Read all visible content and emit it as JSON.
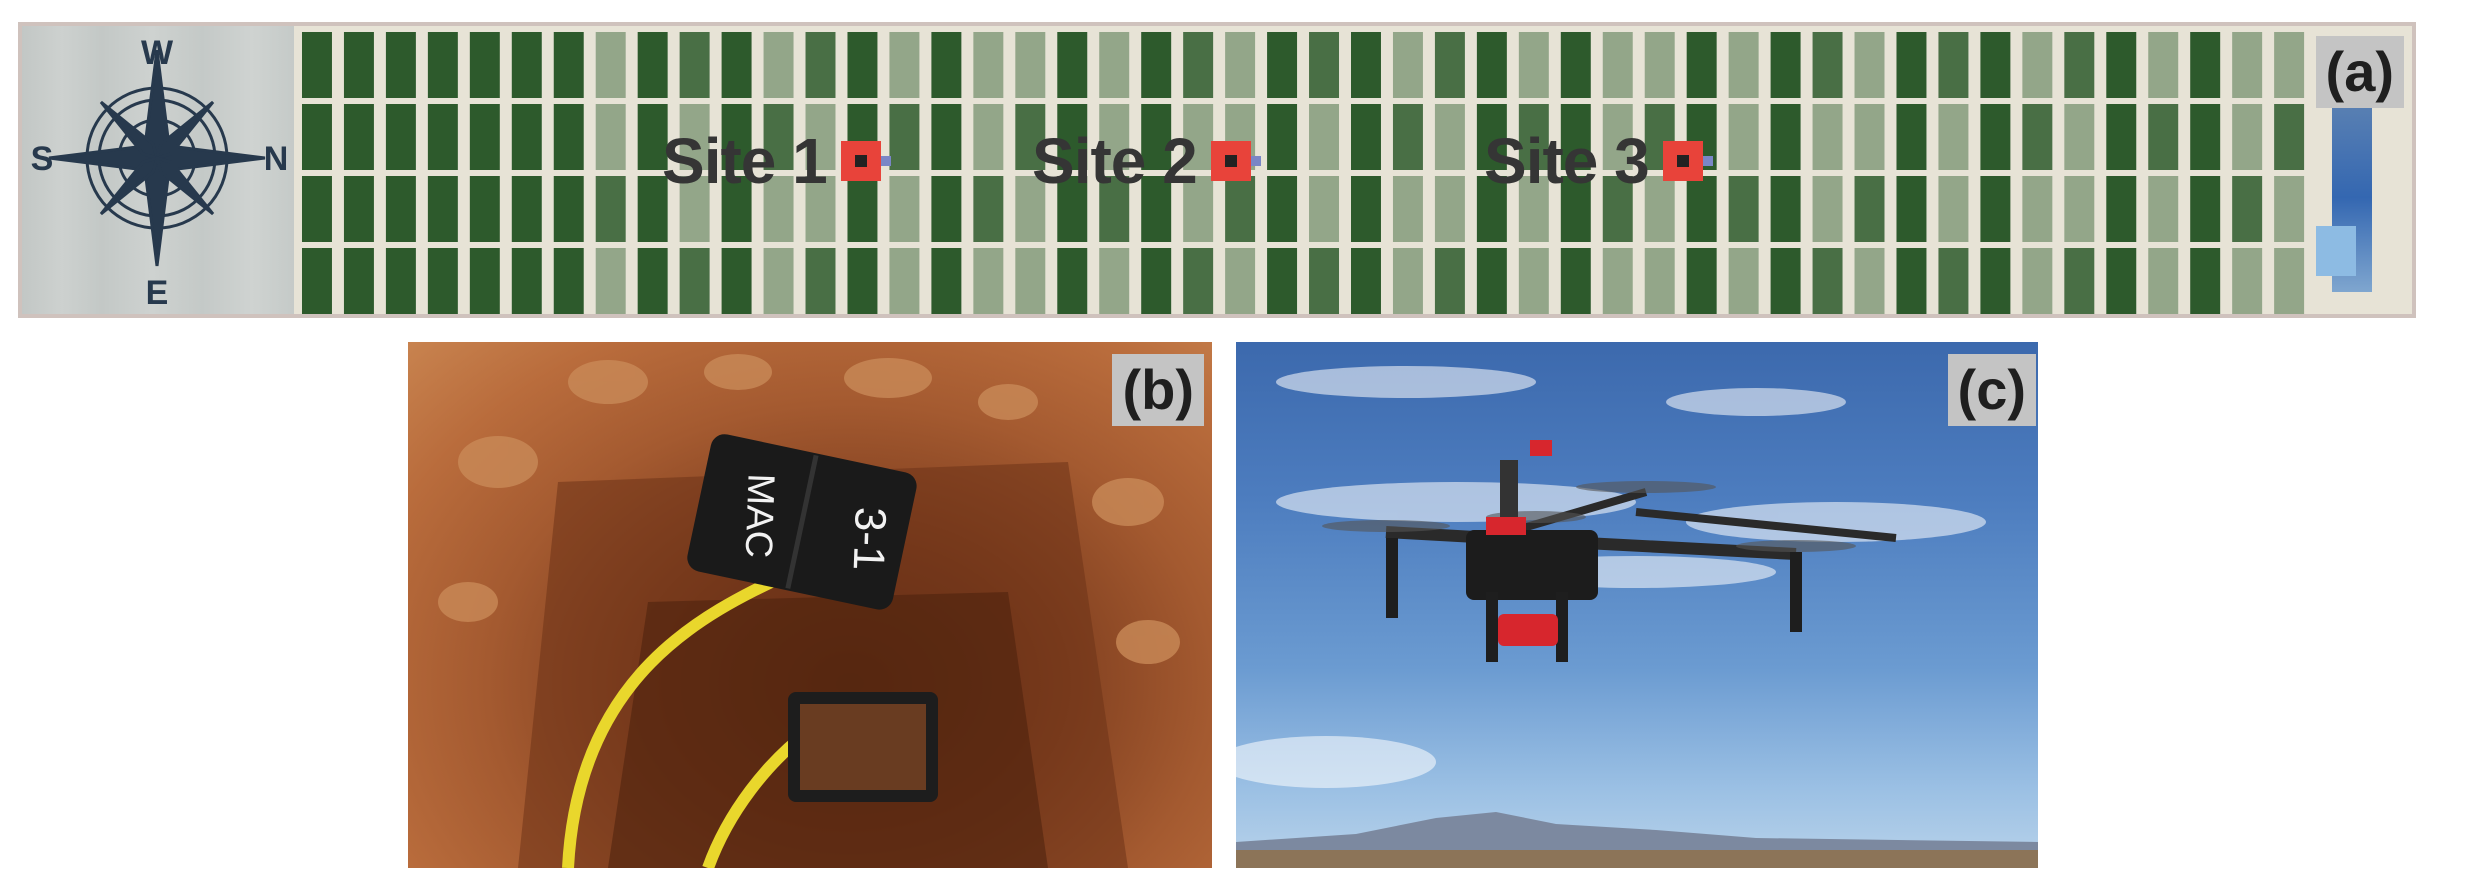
{
  "panel_a": {
    "tag": "(a)",
    "compass": {
      "north": "N",
      "south": "S",
      "east": "E",
      "west": "W"
    },
    "sites": [
      "Site 1",
      "Site 2",
      "Site 3"
    ],
    "colors": {
      "crop": "#2d5a2c",
      "marker": "#e8433a",
      "machine": "#3467b1"
    }
  },
  "panel_b": {
    "tag": "(b)",
    "sensor_labels": [
      "MAC",
      "3-1"
    ],
    "colors": {
      "soil": "#a45a30",
      "cable": "#f0e23a"
    }
  },
  "panel_c": {
    "tag": "(c)",
    "colors": {
      "sky": "#4d7dbf",
      "payload": "#d7262d"
    }
  }
}
